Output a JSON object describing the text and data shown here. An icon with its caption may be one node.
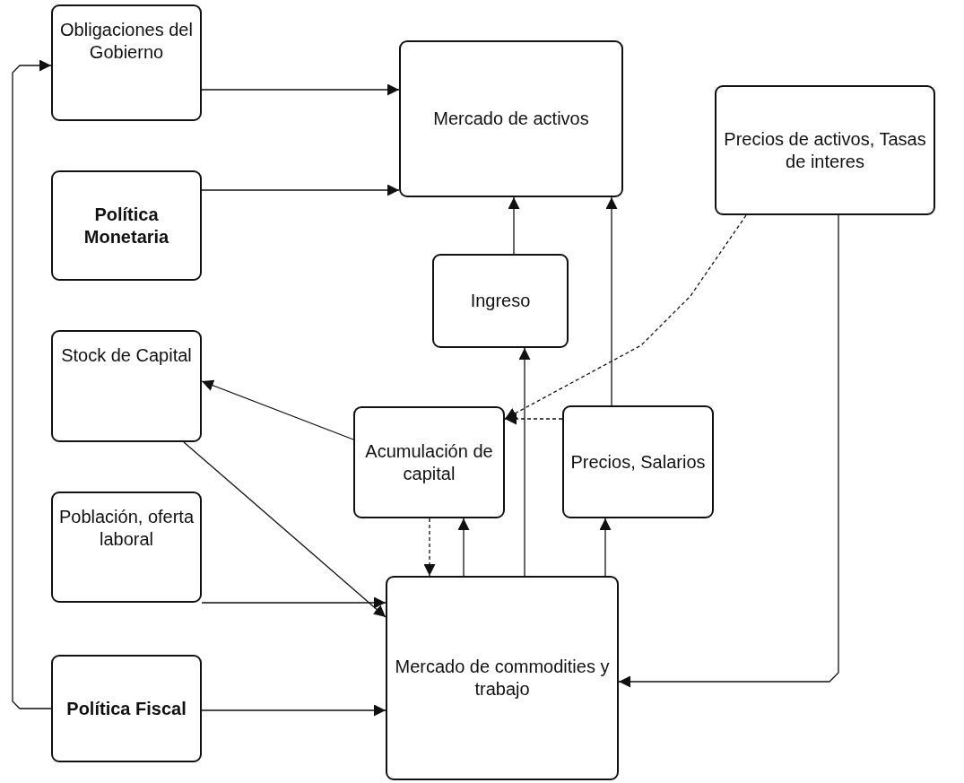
{
  "diagram": {
    "nodes": [
      {
        "text": [
          "Obligaciones del Gobierno"
        ]
      },
      {
        "text": [
          "Mercado de activos"
        ]
      },
      {
        "text": [
          "Precios de activos, Tasas de interes"
        ]
      },
      {
        "text": [
          "Política Monetaria"
        ]
      },
      {
        "text": [
          "Ingreso"
        ]
      },
      {
        "text": [
          "Stock de Capital"
        ]
      },
      {
        "text": [
          "Acumulación de capital"
        ]
      },
      {
        "text": [
          "Precios, Salarios"
        ]
      },
      {
        "text": [
          "Población, oferta laboral"
        ]
      },
      {
        "text": [
          "Mercado de commodities y trabajo"
        ]
      },
      {
        "text": [
          "Política Fiscal"
        ]
      }
    ],
    "edges": [
      {
        "from": 0,
        "to": 1,
        "arrow": "to"
      },
      {
        "from": 3,
        "to": 1,
        "arrow": "to"
      },
      {
        "from": 4,
        "to": 1,
        "arrow": "to"
      },
      {
        "from": 7,
        "to": 1,
        "arrow": "to"
      },
      {
        "from": 9,
        "to": 4,
        "arrow": "to"
      },
      {
        "from": 2,
        "to": 6,
        "arrow": "to",
        "style": "dashed"
      },
      {
        "from": 7,
        "to": 6,
        "arrow": "to",
        "style": "dashed"
      },
      {
        "from": 6,
        "to": 5,
        "arrow": "to"
      },
      {
        "from": 5,
        "to": 9,
        "arrow": "to"
      },
      {
        "from": 8,
        "to": 9,
        "arrow": "to"
      },
      {
        "from": 10,
        "to": 9,
        "arrow": "to"
      },
      {
        "from": 10,
        "to": 0,
        "arrow": "to"
      },
      {
        "from": 2,
        "to": 9,
        "arrow": "to"
      },
      {
        "from": 6,
        "to": 9,
        "arrow": "to",
        "style": "dashed"
      },
      {
        "from": 9,
        "to": 6,
        "arrow": "to"
      },
      {
        "from": 9,
        "to": 7,
        "arrow": "to"
      }
    ]
  }
}
